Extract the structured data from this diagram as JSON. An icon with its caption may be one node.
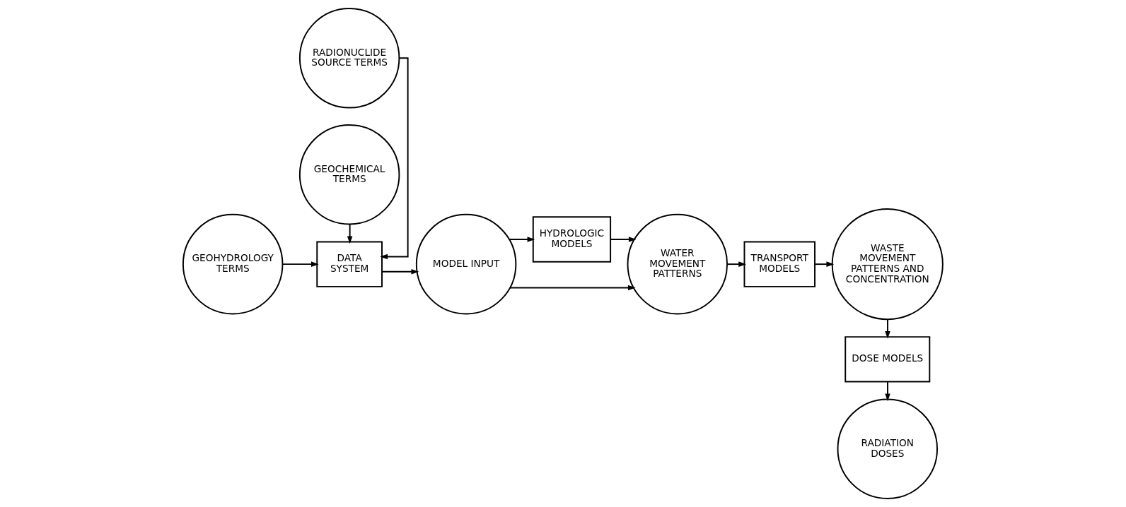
{
  "diagram": {
    "nodes": [
      {
        "text": [
          "RADIONUCLIDE SOURCE TERMS"
        ]
      },
      {
        "text": [
          "GEOHYDROLOGY TERMS"
        ]
      },
      {
        "text": [
          "DATA SYSTEM"
        ]
      },
      {
        "text": [
          "MODEL INPUT"
        ]
      },
      {
        "text": [
          "HYDROLOGIC MODELS"
        ]
      },
      {
        "text": [
          "WATER MOVEMENT PATTERNS"
        ]
      },
      {
        "text": [
          "TRANSPORT MODELS"
        ]
      },
      {
        "text": [
          "WASTE MOVEMENT PATTERNS AND CONCENTRATION"
        ]
      },
      {
        "text": [
          "GEOCHEMICAL TERMS"
        ]
      },
      {
        "text": [
          "DOSE MODELS"
        ]
      },
      {
        "text": [
          "RADIATION DOSES"
        ]
      }
    ],
    "edges": [
      {
        "from": 0,
        "to": 2,
        "arrow": "to"
      },
      {
        "from": 1,
        "to": 2,
        "arrow": "to"
      },
      {
        "from": 8,
        "to": 2,
        "arrow": "to"
      },
      {
        "from": 2,
        "to": 3,
        "arrow": "to"
      },
      {
        "from": 3,
        "to": 4,
        "arrow": "to"
      },
      {
        "from": 4,
        "to": 5,
        "arrow": "to"
      },
      {
        "from": 3,
        "to": 5,
        "arrow": "to"
      },
      {
        "from": 5,
        "to": 6,
        "arrow": "to"
      },
      {
        "from": 6,
        "to": 7,
        "arrow": "to"
      },
      {
        "from": 7,
        "to": 9,
        "arrow": "to"
      },
      {
        "from": 9,
        "to": 10,
        "arrow": "to"
      }
    ]
  }
}
